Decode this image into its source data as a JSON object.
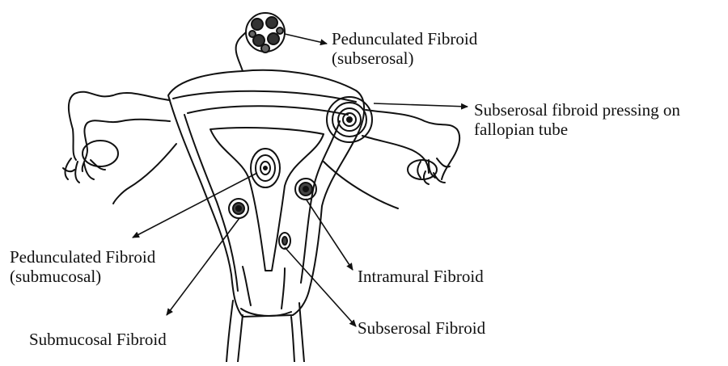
{
  "labels": {
    "pedunculated_subserosal": {
      "line1": "Pedunculated Fibroid",
      "line2": "(subserosal)"
    },
    "subserosal_pressing": {
      "line1": "Subserosal fibroid pressing on",
      "line2": "fallopian tube"
    },
    "pedunculated_submucosal": {
      "line1": "Pedunculated Fibroid",
      "line2": "(submucosal)"
    },
    "intramural": {
      "line1": "Intramural Fibroid"
    },
    "subserosal": {
      "line1": "Subserosal Fibroid"
    },
    "submucosal": {
      "line1": "Submucosal Fibroid"
    }
  },
  "colors": {
    "ink": "#111111",
    "shade": "#8a8a8a",
    "background": "#ffffff"
  }
}
